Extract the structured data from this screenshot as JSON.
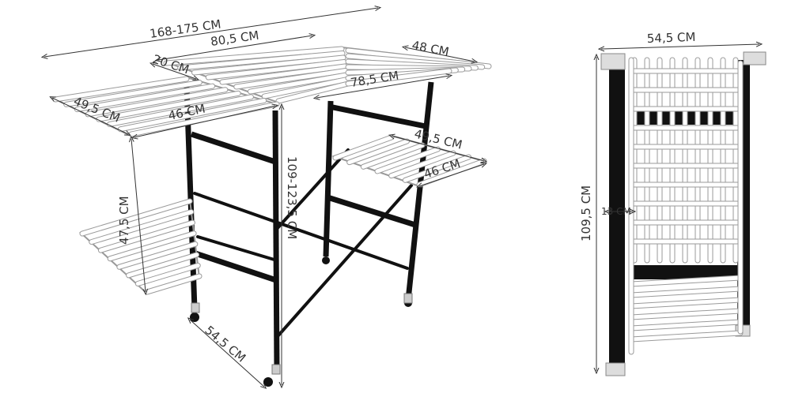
{
  "dimensions": {
    "total_width": "168-175 CM",
    "top_length": "80,5 CM",
    "top_depth": "20 CM",
    "right_wing_width": "48 CM",
    "top_inner_length": "78,5 CM",
    "left_wing_width": "49,5 CM",
    "left_wing_depth": "46 CM",
    "right_lower_wing_width": "49,5 CM",
    "right_lower_wing_depth": "46 CM",
    "lower_wing_height": "47,5 CM",
    "height_range": "109-123,5 CM",
    "base_depth": "54,5 CM",
    "folded_width": "54,5 CM",
    "folded_height": "109,5 CM",
    "folded_depth": "13 CM"
  },
  "colors": {
    "frame": "#111111",
    "rails": "#ffffff",
    "rail_outline": "#9a9a9a",
    "dimension_line": "#333333"
  }
}
